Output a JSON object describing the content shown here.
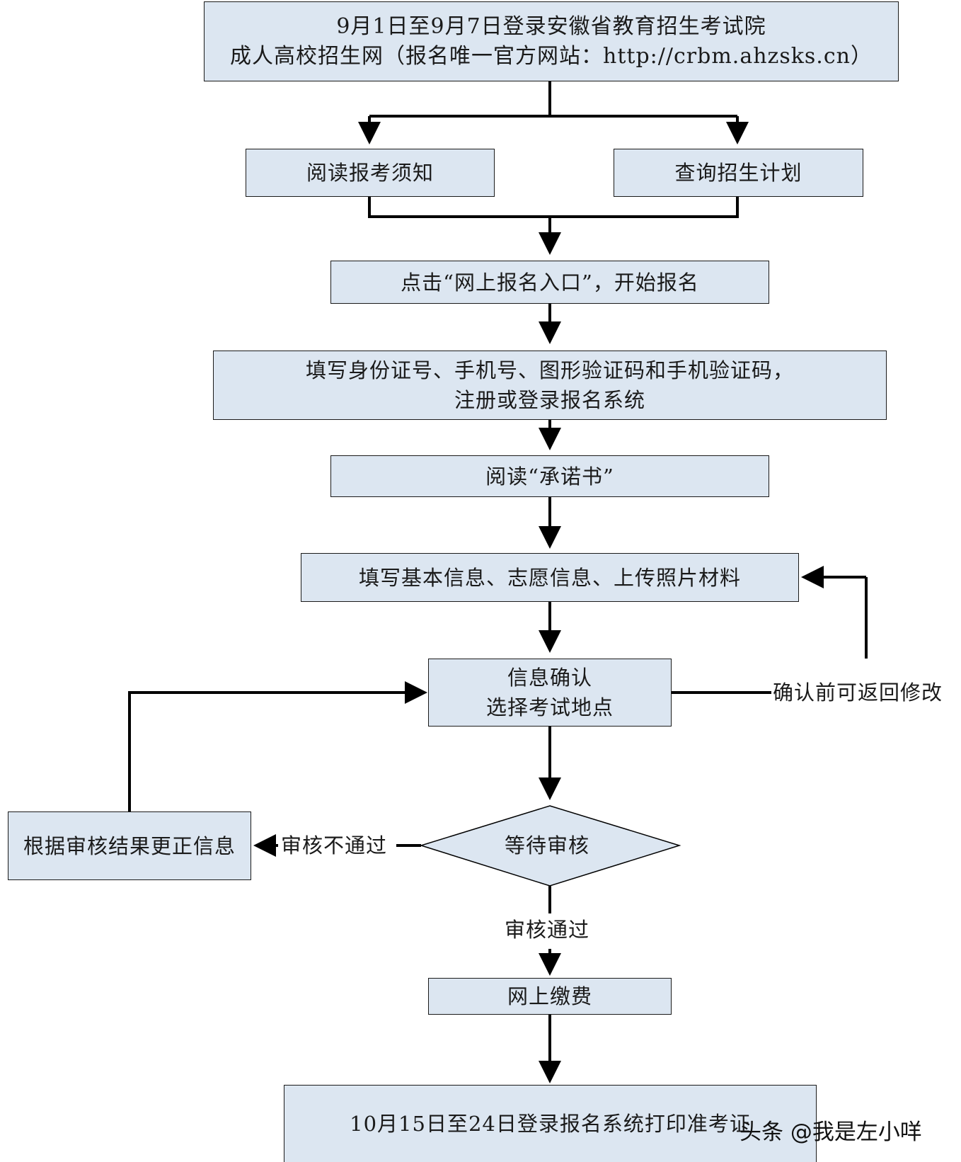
{
  "flow": {
    "start": {
      "line1": "9月1日至9月7日登录安徽省教育招生考试院",
      "line2": "成人高校招生网（报名唯一官方网站：http://crbm.ahzsks.cn）"
    },
    "read_notice": "阅读报考须知",
    "query_plan": "查询招生计划",
    "click_entry": "点击“网上报名入口”，开始报名",
    "register": {
      "line1": "填写身份证号、手机号、图形验证码和手机验证码，",
      "line2": "注册或登录报名系统"
    },
    "read_pledge": "阅读“承诺书”",
    "fill_info": "填写基本信息、志愿信息、上传照片材料",
    "confirm": {
      "line1": "信息确认",
      "line2": "选择考试地点"
    },
    "wait_review": "等待审核",
    "correct_info": "根据审核结果更正信息",
    "pay_online": "网上缴费",
    "print_ticket": "10月15日至24日登录报名系统打印准考证"
  },
  "labels": {
    "return_before_confirm": "确认前可返回修改",
    "review_fail": "审核不通过",
    "review_pass": "审核通过"
  },
  "watermark": {
    "text": "头条 @我是左小咩"
  },
  "colors": {
    "box_fill": "#dce6f1",
    "line": "#000000"
  }
}
